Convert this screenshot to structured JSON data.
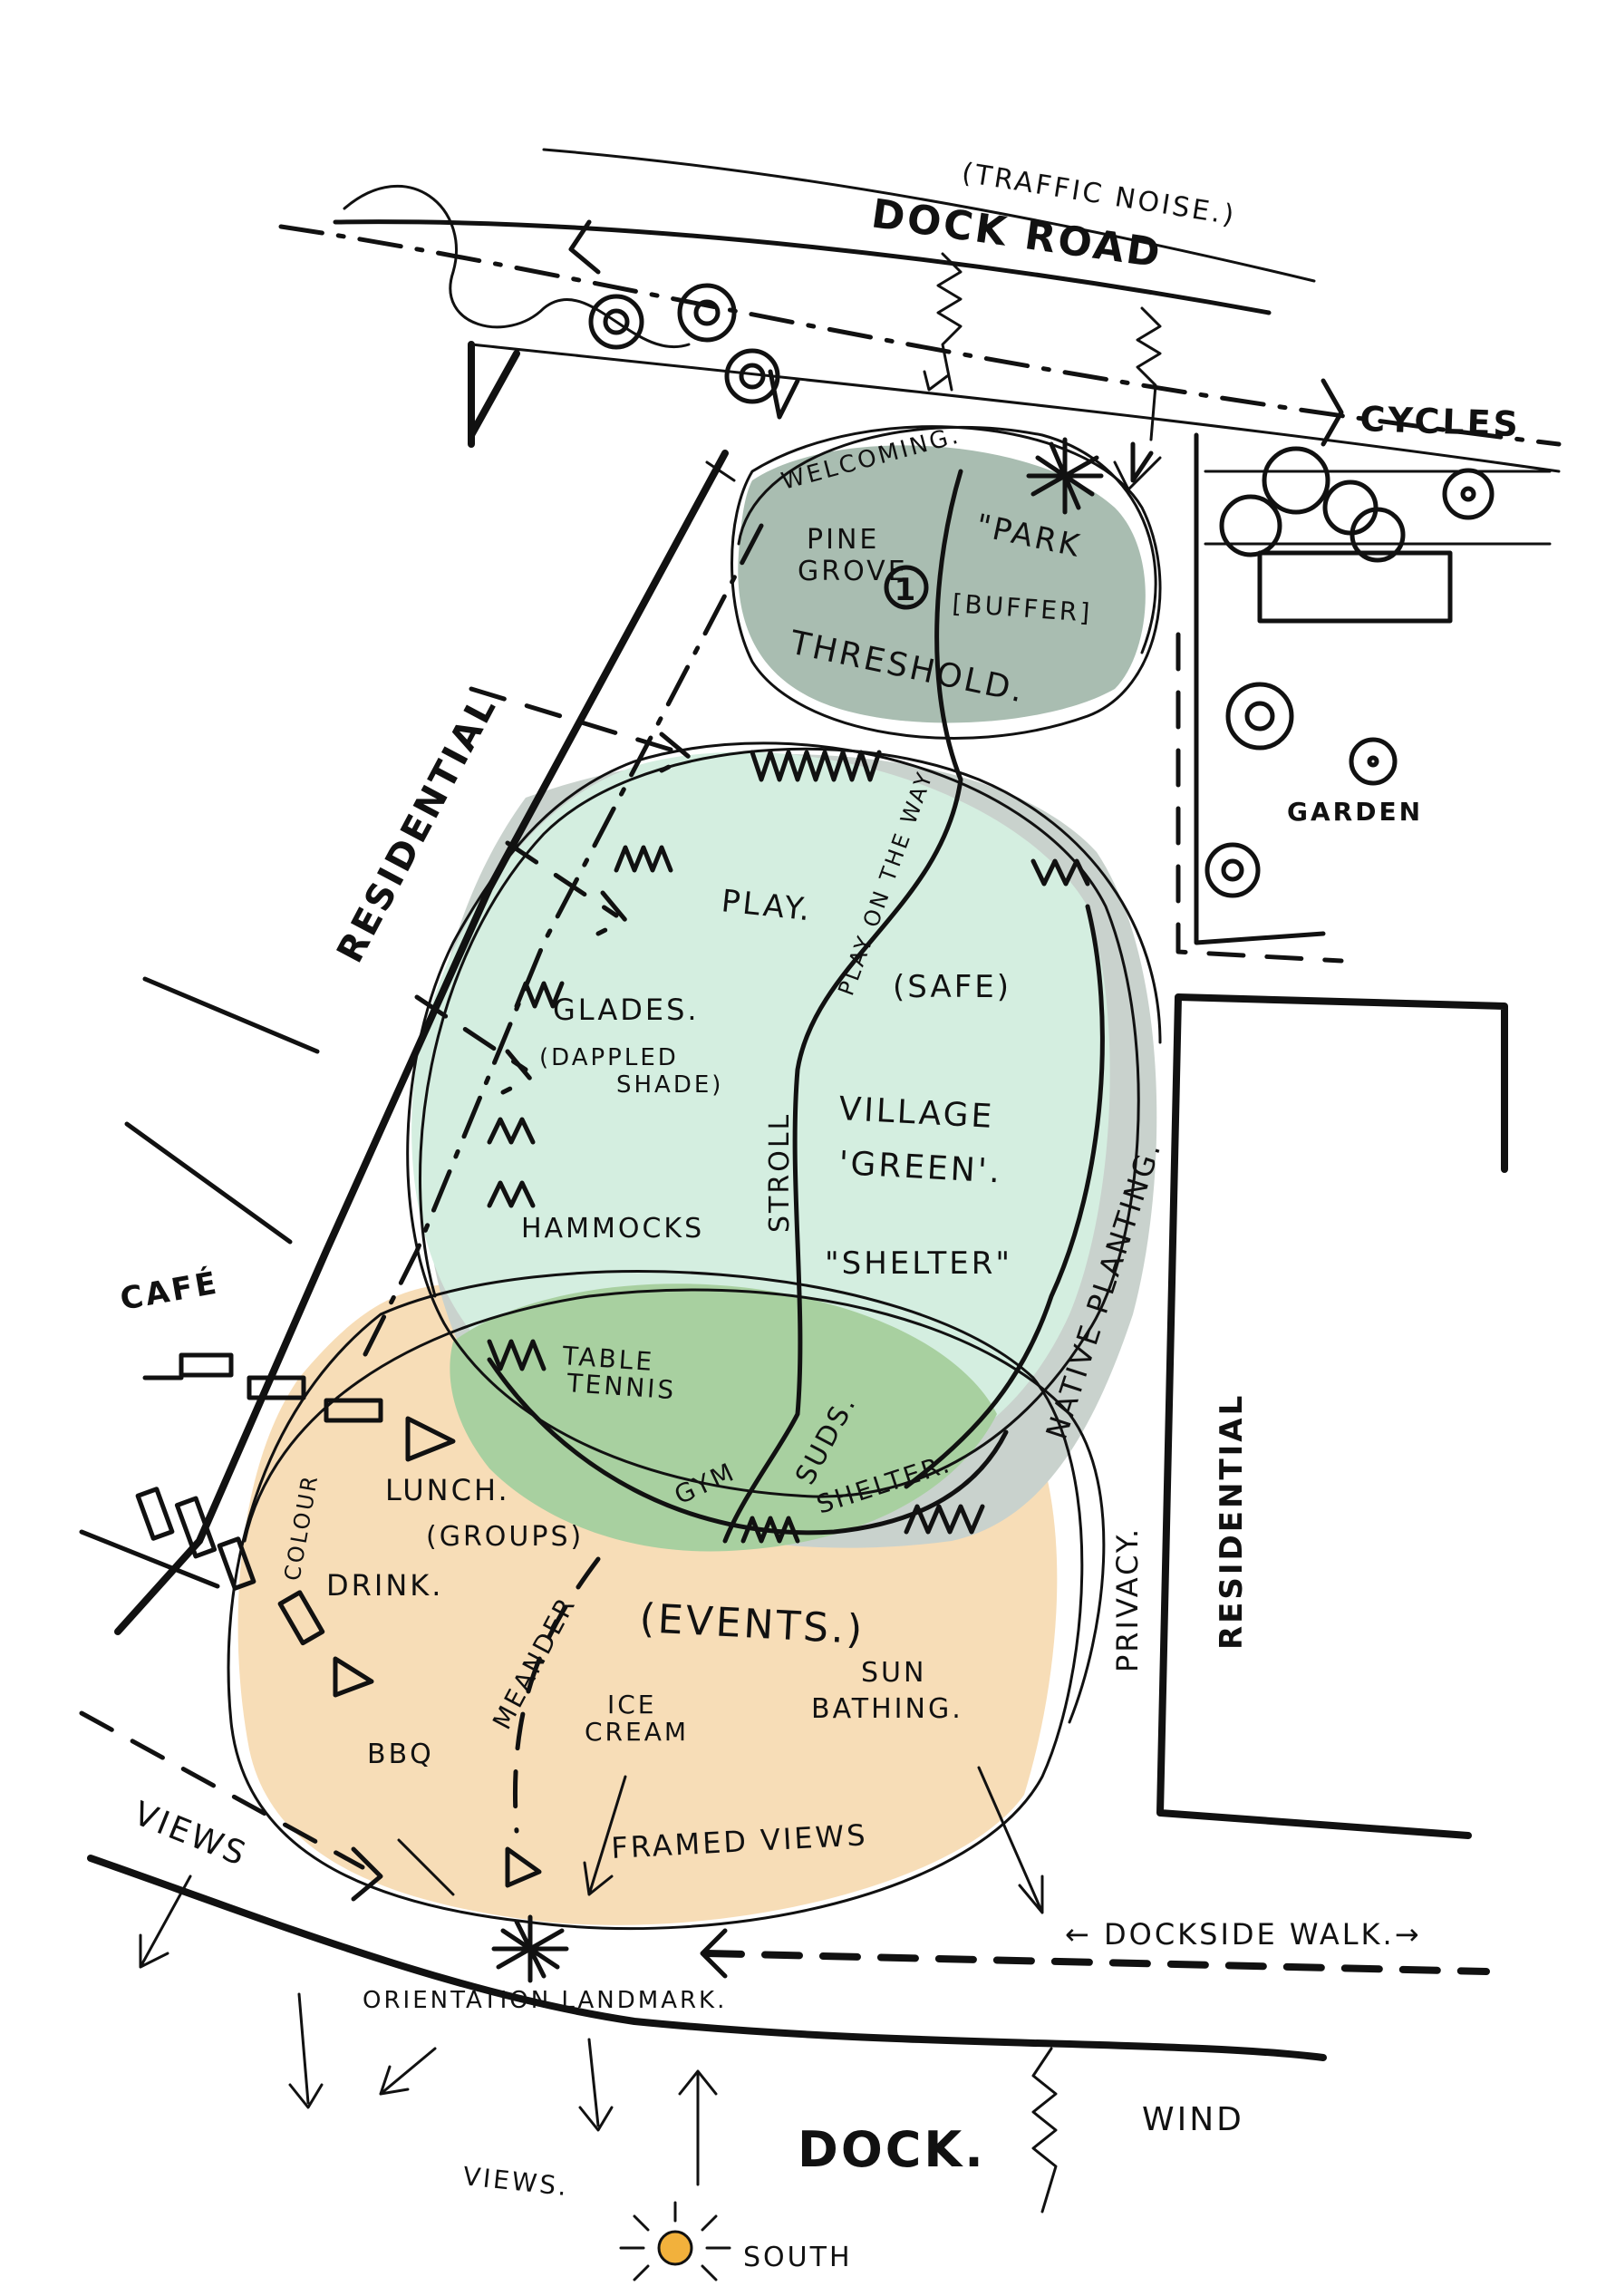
{
  "colors": {
    "ink": "#111111",
    "threshold_zone": "#a9bdb1",
    "village_zone": "#d4eee0",
    "overlap_zone": "#a8d0a0",
    "events_zone": "#f7ddb7",
    "privacy_band": "#c9d2cd",
    "sun": "#f2b13c"
  },
  "roads": {
    "dock_road": "DOCK ROAD",
    "traffic_noise": "(TRAFFIC NOISE.)",
    "cycles": "CYCLES",
    "dockside_walk": "← DOCKSIDE WALK.→",
    "dock": "DOCK."
  },
  "surroundings": {
    "residential_left": "RESIDENTIAL",
    "residential_right": "RESIDENTIAL",
    "cafe": "CAFÉ",
    "garden": "GARDEN",
    "privacy": "PRIVACY."
  },
  "zone_threshold": {
    "marker": "1",
    "welcoming": "WELCOMING.",
    "pine_grove": "PINE GROVE",
    "park_buffer_1": "\"PARK",
    "park_buffer_2": "[BUFFER]",
    "threshold": "THRESHOLD."
  },
  "zone_village": {
    "play": "PLAY.",
    "play_on_the_way": "PLAY ON THE WAY",
    "safe": "(SAFE)",
    "glades": "GLADES.",
    "dappled_shade_1": "(DAPPLED",
    "dappled_shade_2": "SHADE)",
    "stroll": "STROLL",
    "village_green_1": "VILLAGE",
    "village_green_2": "'GREEN'.",
    "hammocks": "HAMMOCKS",
    "shelter": "\"SHELTER\"",
    "native_planting": "NATIVE PLANTING."
  },
  "zone_overlap": {
    "table_tennis_1": "TABLE",
    "table_tennis_2": "TENNIS",
    "gym": "GYM",
    "suds": "SUDS.",
    "shelter": "SHELTER."
  },
  "zone_events": {
    "colour": "COLOUR",
    "lunch": "LUNCH.",
    "groups": "(GROUPS)",
    "drink": "DRINK.",
    "meander": "MEANDER",
    "events": "(EVENTS.)",
    "sun_bathing_1": "SUN",
    "sun_bathing_2": "BATHING.",
    "ice_cream_1": "ICE",
    "ice_cream_2": "CREAM",
    "bbq": "BBQ",
    "framed_views": "FRAMED VIEWS",
    "orientation_landmark": "ORIENTATION LANDMARK."
  },
  "compass": {
    "views_left": "VIEWS",
    "views_bottom": "VIEWS.",
    "wind": "WIND",
    "south": "SOUTH"
  }
}
